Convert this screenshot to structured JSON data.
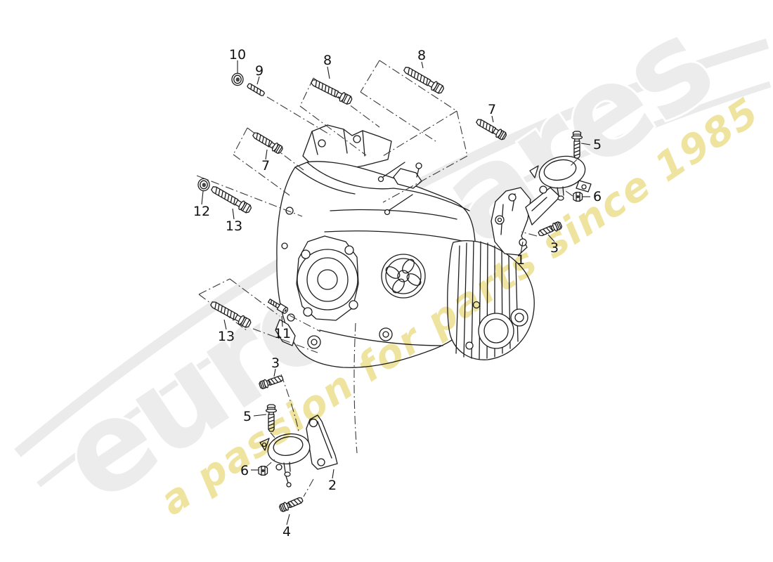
{
  "diagram": {
    "background_color": "#ffffff",
    "line_color": "#1c1c1c",
    "watermark": {
      "brand": "eurospares",
      "tagline": "a passion for parts since 1985",
      "brand_color": "#ececec",
      "tagline_color": "#ecdf8e",
      "swoosh_color": "#ebebeb"
    },
    "callouts": [
      {
        "id": "1",
        "number": "1"
      },
      {
        "id": "2",
        "number": "2"
      },
      {
        "id": "3-right",
        "number": "3"
      },
      {
        "id": "3-bottom",
        "number": "3"
      },
      {
        "id": "4",
        "number": "4"
      },
      {
        "id": "5-right",
        "number": "5"
      },
      {
        "id": "5-bottom",
        "number": "5"
      },
      {
        "id": "6-right",
        "number": "6"
      },
      {
        "id": "6-bottom",
        "number": "6"
      },
      {
        "id": "7-left",
        "number": "7"
      },
      {
        "id": "7-right",
        "number": "7"
      },
      {
        "id": "8-left",
        "number": "8"
      },
      {
        "id": "8-right",
        "number": "8"
      },
      {
        "id": "9",
        "number": "9"
      },
      {
        "id": "10",
        "number": "10"
      },
      {
        "id": "11",
        "number": "11"
      },
      {
        "id": "12",
        "number": "12"
      },
      {
        "id": "13-top",
        "number": "13"
      },
      {
        "id": "13-bottom",
        "number": "13"
      }
    ]
  }
}
